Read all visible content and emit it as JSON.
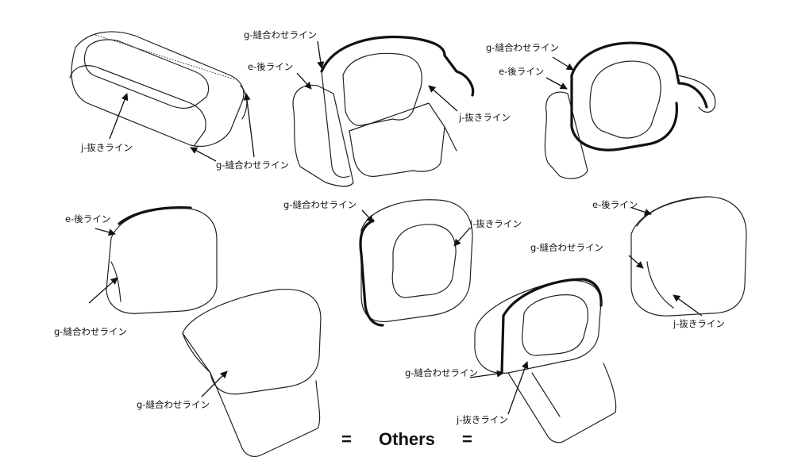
{
  "labels": {
    "j_nuki": "j-抜きライン",
    "g_nuiawase": "g-縫合わせライン",
    "e_ushiro": "e-後ライン"
  },
  "footer": {
    "left_symbol": "=",
    "text": "Others",
    "right_symbol": "="
  },
  "colors": {
    "background": "#ffffff",
    "ink": "#111111"
  }
}
